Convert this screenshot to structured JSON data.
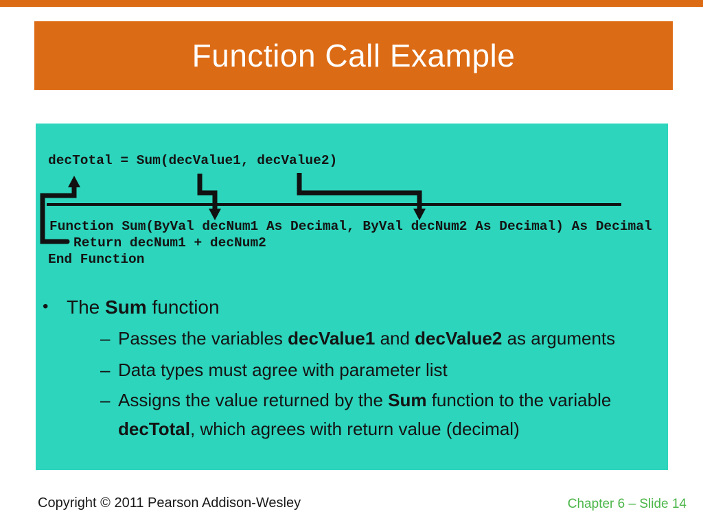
{
  "title": "Function Call Example",
  "code": {
    "call_line": "decTotal = Sum(decValue1, decValue2)",
    "function_line": "Function Sum(ByVal decNum1 As Decimal, ByVal decNum2 As Decimal) As Decimal",
    "return_line": "Return decNum1 + decNum2",
    "end_line": "End Function"
  },
  "bullets": {
    "l1_marker": "•",
    "l2_marker": "–",
    "l1": {
      "t0": "The ",
      "b0": "Sum",
      "t1": " function"
    },
    "sub1": {
      "t0": "Passes the variables ",
      "b0": "decValue1",
      "t1": " and ",
      "b1": "decValue2",
      "t2": " as arguments"
    },
    "sub2": {
      "t0": "Data types must agree with parameter list"
    },
    "sub3": {
      "t0": "Assigns the value returned by the ",
      "b0": "Sum",
      "t1": " function to the variable ",
      "b1": "decTotal",
      "t2": ", which agrees with return value (decimal)"
    }
  },
  "footer": {
    "copyright": "Copyright © 2011 Pearson Addison-Wesley",
    "slide_ref": "Chapter 6 – Slide 14"
  },
  "colors": {
    "accent_orange": "#DC6B15",
    "panel_teal": "#2CD5BC",
    "slide_green": "#4BB649"
  }
}
